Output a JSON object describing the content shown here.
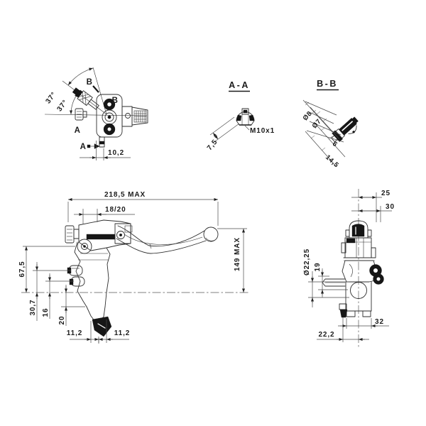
{
  "drawing": {
    "top_view": {
      "angle_upper": "37°",
      "angle_lower": "37°",
      "label_b_lever": "B",
      "label_b_body": "B",
      "label_a_body": "A",
      "label_a_section": "A",
      "dim_offset": "10,2"
    },
    "section_aa": {
      "title": "A-A",
      "dim_depth": "7,5",
      "thread": "M10x1"
    },
    "section_bb": {
      "title": "B-B",
      "dim_dia_outer": "Ø8",
      "dim_dia_inner": "Ø7",
      "dim_len_short": "6",
      "dim_len_long": "14,5"
    },
    "side_view": {
      "dim_total_length": "218,5 MAX",
      "dim_lever_span": "18/20",
      "dim_lever_height": "149 MAX",
      "dim_pivot_height": "67,5",
      "dim_banjo1": "30,7",
      "dim_banjo2": "16",
      "dim_outlet": "20",
      "dim_offset_left": "11,2",
      "dim_offset_right": "11,2"
    },
    "front_view": {
      "dim_top_small": "25",
      "dim_top_large": "30",
      "dim_bore_dia": "Ø22,25",
      "dim_arm": "19",
      "dim_feet": "32",
      "dim_nipple": "22,2"
    }
  }
}
